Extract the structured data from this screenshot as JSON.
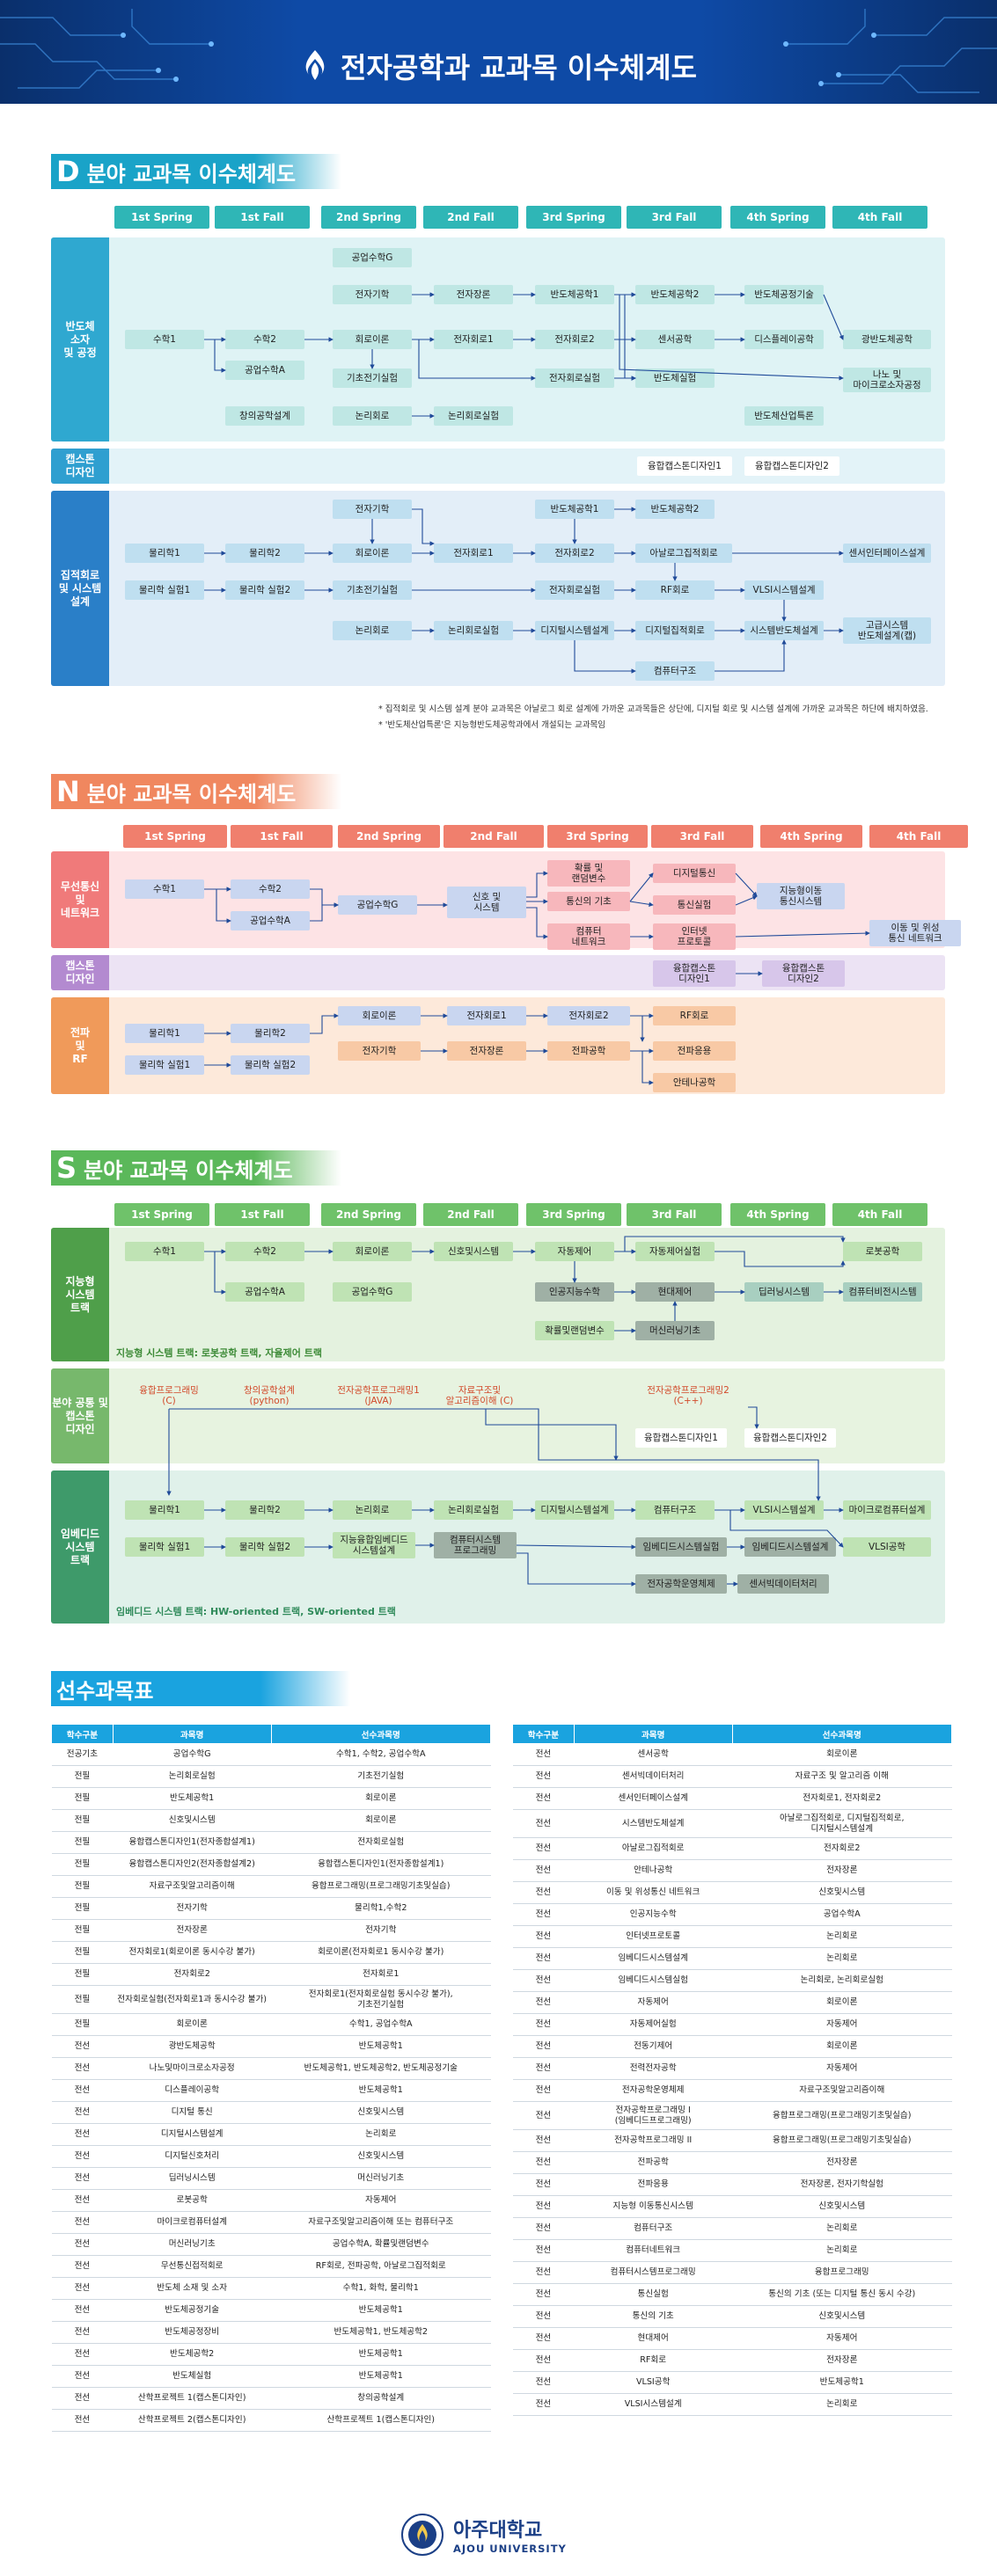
{
  "header": {
    "title": "전자공학과 교과목 이수체계도",
    "logo_icon": "ajou-flame-icon"
  },
  "semesters": [
    "1st Spring",
    "1st Fall",
    "2nd Spring",
    "2nd Fall",
    "3rd Spring",
    "3rd Fall",
    "4th Spring",
    "4th Fall"
  ],
  "d": {
    "letter": "D",
    "title": "분야 교과목 이수체계도",
    "accent": "#1aa3c8",
    "rows": [
      {
        "label": "반도체\n소자\n및 공정"
      },
      {
        "label": "캡스톤\n디자인"
      },
      {
        "label": "집적회로\n및 시스템\n설계"
      }
    ],
    "boxes": [
      "공업수학G",
      "전자기학",
      "전자장론",
      "반도체공학1",
      "반도체공학2",
      "반도체공정기술",
      "수학1",
      "수학2",
      "회로이론",
      "전자회로1",
      "전자회로2",
      "센서공학",
      "디스플레이공학",
      "광반도체공학",
      "공업수학A",
      "기초전기실험",
      "전자회로실험",
      "반도체실험",
      "나노 및\n마이크로소자공정",
      "창의공학설계",
      "논리회로",
      "논리회로실험",
      "반도체산업특론",
      "융합캡스톤디자인1",
      "융합캡스톤디자인2",
      "전자기학",
      "반도체공학1",
      "반도체공학2",
      "물리학1",
      "물리학2",
      "회로이론",
      "전자회로1",
      "전자회로2",
      "아날로그집적회로",
      "센서인터페이스설계",
      "물리학 실험1",
      "물리학 실험2",
      "기초전기실험",
      "전자회로실험",
      "RF회로",
      "VLSI시스템설계",
      "논리회로",
      "논리회로실험",
      "디지털시스템설계",
      "디지털집적회로",
      "시스템반도체설계",
      "고급시스템\n반도체설계(캡)",
      "컴퓨터구조"
    ],
    "notes": [
      "* 집적회로 및 시스템 설계 분야 교과목은 아날로그 회로 설계에 가까운 교과목들은 상단에, 디지털 회로 및 시스템 설계에 가까운 교과목은 하단에 배치하였음.",
      "* '반도체산업특론'은 지능형반도체공학과에서 개설되는 교과목임"
    ]
  },
  "n": {
    "letter": "N",
    "title": "분야 교과목 이수체계도",
    "accent": "#f0875f",
    "rows": [
      {
        "label": "무선통신\n및\n네트워크"
      },
      {
        "label": "캡스톤\n디자인"
      },
      {
        "label": "전파\n및\nRF"
      }
    ],
    "boxes": [
      "수학1",
      "수학2",
      "공업수학A",
      "공업수학G",
      "신호 및\n시스템",
      "확률 및\n랜덤변수",
      "통신의 기초",
      "컴퓨터\n네트워크",
      "디지털통신",
      "통신실험",
      "인터넷\n프로토콜",
      "지능형이동\n통신시스템",
      "이동 및 위성\n통신 네트워크",
      "융합캡스톤\n디자인1",
      "융합캡스톤\n디자인2",
      "물리학1",
      "물리학2",
      "물리학 실험1",
      "물리학 실험2",
      "회로이론",
      "전자회로1",
      "전자회로2",
      "RF회로",
      "전자기학",
      "전자장론",
      "전파공학",
      "전파응용",
      "안테나공학"
    ]
  },
  "s": {
    "letter": "S",
    "title": "분야 교과목 이수체계도",
    "accent": "#5bb85a",
    "rows": [
      {
        "label": "지능형\n시스템\n트랙"
      },
      {
        "label": "분야 공통 및\n캡스톤\n디자인"
      },
      {
        "label": "임베디드\n시스템\n트랙"
      }
    ],
    "boxes": [
      "수학1",
      "수학2",
      "공업수학A",
      "회로이론",
      "공업수학G",
      "신호및시스템",
      "자동제어",
      "자동제어실험",
      "로봇공학",
      "인공지능수학",
      "현대제어",
      "딥러닝시스템",
      "컴퓨터비전시스템",
      "확률및랜덤변수",
      "머신러닝기초",
      "융합프로그래밍\n(C)",
      "창의공학설계\n(python)",
      "전자공학프로그래밍1\n(JAVA)",
      "자료구조및\n알고리즘이해 (C)",
      "전자공학프로그래밍2\n(C++)",
      "융합캡스톤디자인1",
      "융합캡스톤디자인2",
      "물리학1",
      "물리학2",
      "논리회로",
      "논리회로실험",
      "디지털시스템설계",
      "컴퓨터구조",
      "VLSI시스템설계",
      "마이크로컴퓨터설계",
      "물리학 실험1",
      "물리학 실험2",
      "지능융합임베디드\n시스템설계",
      "컴퓨터시스템\n프로그래밍",
      "임베디드시스템실험",
      "임베디드시스템설계",
      "VLSI공학",
      "전자공학운영체제",
      "센서빅데이터처리"
    ],
    "tracks": [
      "지능형 시스템 트랙: 로봇공학 트랙, 자율제어 트랙",
      "임베디드 시스템 트랙: HW-oriented 트랙, SW-oriented 트랙"
    ]
  },
  "prereq": {
    "title": "선수과목표",
    "headers": [
      "학수구분",
      "과목명",
      "선수과목명"
    ],
    "left": [
      [
        "전공기초",
        "공업수학G",
        "수학1, 수학2, 공업수학A"
      ],
      [
        "전필",
        "논리회로실험",
        "기초전기실험"
      ],
      [
        "전필",
        "반도체공학1",
        "회로이론"
      ],
      [
        "전필",
        "신호및시스템",
        "회로이론"
      ],
      [
        "전필",
        "융합캡스톤디자인1(전자종합설계1)",
        "전자회로실험"
      ],
      [
        "전필",
        "융합캡스톤디자인2(전자종합설계2)",
        "융합캡스톤디자인1(전자종합설계1)"
      ],
      [
        "전필",
        "자료구조및알고리즘이해",
        "융합프로그래밍(프로그래밍기초및실습)"
      ],
      [
        "전필",
        "전자기학",
        "물리학1,수학2"
      ],
      [
        "전필",
        "전자장론",
        "전자기학"
      ],
      [
        "전필",
        "전자회로1(회로이론 동시수강 불가)",
        "회로이론(전자회로1 동시수강 불가)"
      ],
      [
        "전필",
        "전자회로2",
        "전자회로1"
      ],
      [
        "전필",
        "전자회로실험(전자회로1과 동시수강 불가)",
        "전자회로1(전자회로실험 동시수강 불가),\n기초전기실험"
      ],
      [
        "전필",
        "회로이론",
        "수학1, 공업수학A"
      ],
      [
        "전선",
        "광반도체공학",
        "반도체공학1"
      ],
      [
        "전선",
        "나노및마이크로소자공정",
        "반도체공학1, 반도체공학2, 반도체공정기술"
      ],
      [
        "전선",
        "디스플레이공학",
        "반도체공학1"
      ],
      [
        "전선",
        "디지털 통신",
        "신호및시스템"
      ],
      [
        "전선",
        "디지털시스템설계",
        "논리회로"
      ],
      [
        "전선",
        "디지털신호처리",
        "신호및시스템"
      ],
      [
        "전선",
        "딥러닝시스템",
        "머신러닝기초"
      ],
      [
        "전선",
        "로봇공학",
        "자동제어"
      ],
      [
        "전선",
        "마이크로컴퓨터설계",
        "자료구조및알고리즘이해 또는 컴퓨터구조"
      ],
      [
        "전선",
        "머신러닝기초",
        "공업수학A, 확률및랜덤변수"
      ],
      [
        "전선",
        "무선통신접적회로",
        "RF회로, 전파공학, 아날로그집적회로"
      ],
      [
        "전선",
        "반도체 소재 및 소자",
        "수학1, 화학, 물리학1"
      ],
      [
        "전선",
        "반도체공정기술",
        "반도체공학1"
      ],
      [
        "전선",
        "반도체공정장비",
        "반도체공학1, 반도체공학2"
      ],
      [
        "전선",
        "반도체공학2",
        "반도체공학1"
      ],
      [
        "전선",
        "반도체실험",
        "반도체공학1"
      ],
      [
        "전선",
        "산학프로젝트 1(캡스톤디자인)",
        "창의공학설계"
      ],
      [
        "전선",
        "산학프로젝트 2(캡스톤디자인)",
        "산학프로젝트 1(캡스톤디자인)"
      ]
    ],
    "right": [
      [
        "전선",
        "센서공학",
        "회로이론"
      ],
      [
        "전선",
        "센서빅데이터처리",
        "자료구조 및 알고리즘 이해"
      ],
      [
        "전선",
        "센서인터페이스설계",
        "전자회로1, 전자회로2"
      ],
      [
        "전선",
        "시스템반도체설계",
        "아날로그집적회로, 디지털집적회로,\n디지털시스템설계"
      ],
      [
        "전선",
        "아날로그집적회로",
        "전자회로2"
      ],
      [
        "전선",
        "안테나공학",
        "전자장론"
      ],
      [
        "전선",
        "이동 및 위성통신 네트워크",
        "신호및시스템"
      ],
      [
        "전선",
        "인공지능수학",
        "공업수학A"
      ],
      [
        "전선",
        "인터넷프로토콜",
        "논리회로"
      ],
      [
        "전선",
        "임베디드시스템설계",
        "논리회로"
      ],
      [
        "전선",
        "임베디드시스템실험",
        "논리회로, 논리회로실험"
      ],
      [
        "전선",
        "자동제어",
        "회로이론"
      ],
      [
        "전선",
        "자동제어실험",
        "자동제어"
      ],
      [
        "전선",
        "전동기제어",
        "회로이론"
      ],
      [
        "전선",
        "전력전자공학",
        "자동제어"
      ],
      [
        "전선",
        "전자공학운영체제",
        "자료구조및알고리즘이해"
      ],
      [
        "전선",
        "전자공학프로그래밍 I\n(임베디드프로그래밍)",
        "융합프로그래밍(프로그래밍기초및실습)"
      ],
      [
        "전선",
        "전자공학프로그래밍 II",
        "융합프로그래밍(프로그래밍기초및실습)"
      ],
      [
        "전선",
        "전파공학",
        "전자장론"
      ],
      [
        "전선",
        "전파응용",
        "전자장론, 전자기학실험"
      ],
      [
        "전선",
        "지능형 이동통신시스템",
        "신호및시스템"
      ],
      [
        "전선",
        "컴퓨터구조",
        "논리회로"
      ],
      [
        "전선",
        "컴퓨터네트워크",
        "논리회로"
      ],
      [
        "전선",
        "컴퓨터시스템프로그래밍",
        "융합프로그래밍"
      ],
      [
        "전선",
        "통신실험",
        "통신의 기초 (또는 디지털 통신 동시 수강)"
      ],
      [
        "전선",
        "통신의 기초",
        "신호및시스템"
      ],
      [
        "전선",
        "현대제어",
        "자동제어"
      ],
      [
        "전선",
        "RF회로",
        "전자장론"
      ],
      [
        "전선",
        "VLSI공학",
        "반도체공학1"
      ],
      [
        "전선",
        "VLSI시스템설계",
        "논리회로"
      ]
    ]
  },
  "footer": {
    "name_ko": "아주대학교",
    "name_en": "AJOU UNIVERSITY"
  }
}
